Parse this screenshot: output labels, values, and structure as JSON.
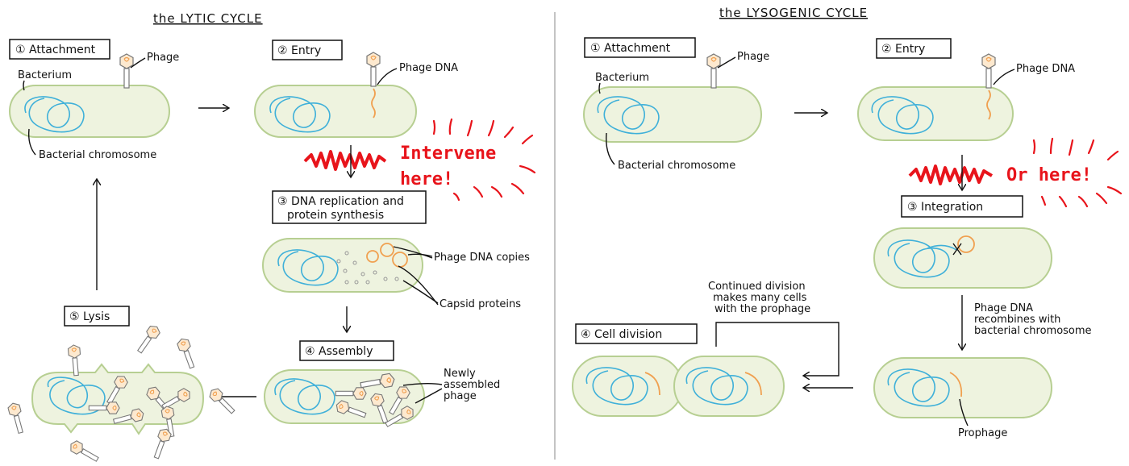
{
  "lytic": {
    "title": "the LYTIC CYCLE",
    "steps": {
      "attachment": "① Attachment",
      "entry": "② Entry",
      "replication_line1": "③ DNA replication and",
      "replication_line2": "protein synthesis",
      "assembly": "④ Assembly",
      "lysis": "⑤ Lysis"
    },
    "labels": {
      "phage": "Phage",
      "bacterium": "Bacterium",
      "bacterial_chromosome": "Bacterial chromosome",
      "phage_dna": "Phage DNA",
      "phage_dna_copies": "Phage DNA copies",
      "capsid_proteins": "Capsid proteins",
      "newly_line1": "Newly",
      "newly_line2": "assembled",
      "newly_line3": "phage"
    },
    "callout": {
      "line1": "Intervene",
      "line2": "here!"
    }
  },
  "lysogenic": {
    "title": "the LYSOGENIC CYCLE",
    "steps": {
      "attachment": "① Attachment",
      "entry": "② Entry",
      "integration": "③ Integration",
      "cell_division": "④ Cell division"
    },
    "labels": {
      "phage": "Phage",
      "bacterium": "Bacterium",
      "bacterial_chromosome": "Bacterial chromosome",
      "phage_dna": "Phage DNA",
      "recombine_line1": "Phage DNA",
      "recombine_line2": "recombines with",
      "recombine_line3": "bacterial chromosome",
      "prophage": "Prophage",
      "continued_line1": "Continued division",
      "continued_line2": "makes many cells",
      "continued_line3": "with the prophage"
    },
    "callout": {
      "text": "Or here!"
    }
  },
  "colors": {
    "cell_fill": "#eef3df",
    "cell_stroke": "#b7cf92",
    "dna": "#3fb0d9",
    "phage_dna": "#f0a050",
    "callout_red": "#e8141b"
  }
}
